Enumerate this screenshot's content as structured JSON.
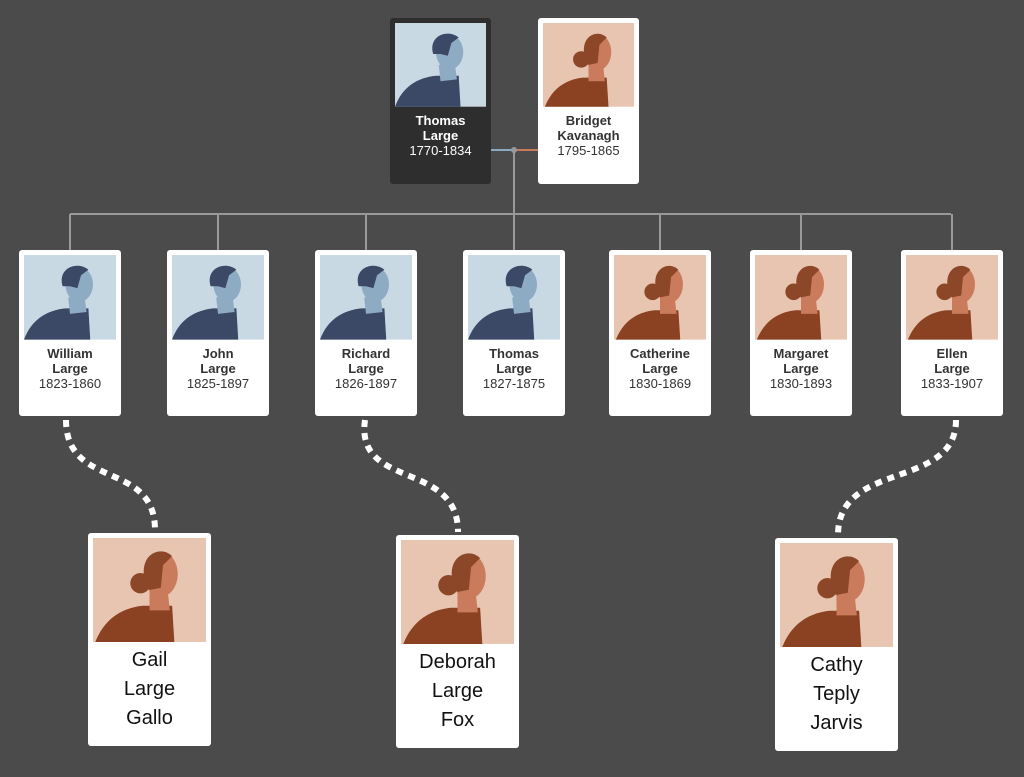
{
  "colors": {
    "background": "#4b4b4b",
    "male_bg": "#c9d9e4",
    "male_dark": "#3b4866",
    "male_skin": "#8eabc4",
    "female_bg": "#e8c5b1",
    "female_hair": "#8c4729",
    "female_skin": "#c97b5b",
    "female_clothes": "#8b4222"
  },
  "parents": [
    {
      "first": "Thomas",
      "last": "Large",
      "years": "1770-1834",
      "gender": "male",
      "selected": true
    },
    {
      "first": "Bridget",
      "last": "Kavanagh",
      "years": "1795-1865",
      "gender": "female"
    }
  ],
  "children": [
    {
      "first": "William",
      "last": "Large",
      "years": "1823-1860",
      "gender": "male"
    },
    {
      "first": "John",
      "last": "Large",
      "years": "1825-1897",
      "gender": "male"
    },
    {
      "first": "Richard",
      "last": "Large",
      "years": "1826-1897",
      "gender": "male"
    },
    {
      "first": "Thomas",
      "last": "Large",
      "years": "1827-1875",
      "gender": "male"
    },
    {
      "first": "Catherine",
      "last": "Large",
      "years": "1830-1869",
      "gender": "female"
    },
    {
      "first": "Margaret",
      "last": "Large",
      "years": "1830-1893",
      "gender": "female"
    },
    {
      "first": "Ellen",
      "last": "Large",
      "years": "1833-1907",
      "gender": "female"
    }
  ],
  "grandchildren": [
    {
      "lines": [
        "Gail",
        "Large",
        "Gallo"
      ],
      "gender": "female",
      "parent": "William Large"
    },
    {
      "lines": [
        "Deborah",
        "Large",
        "Fox"
      ],
      "gender": "female",
      "parent": "Richard Large"
    },
    {
      "lines": [
        "Cathy",
        "Teply",
        "Jarvis"
      ],
      "gender": "female",
      "parent": "Ellen Large"
    }
  ]
}
